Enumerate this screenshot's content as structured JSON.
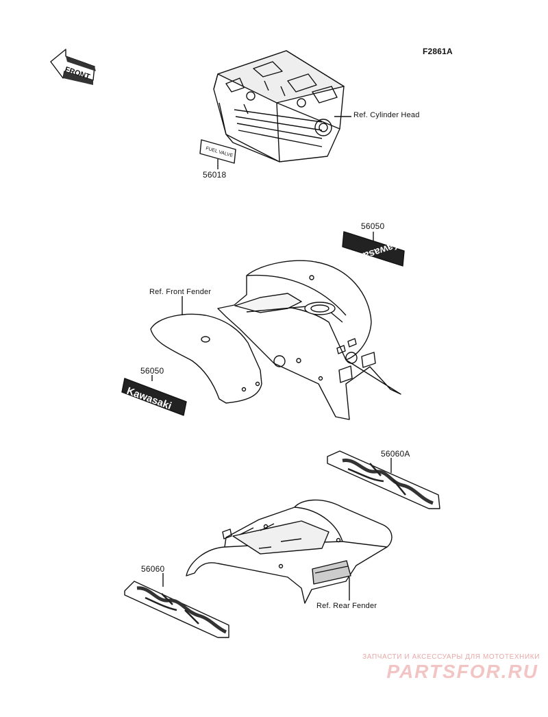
{
  "figure_code": "F2861A",
  "front_arrow": "FRONT",
  "refs": {
    "cylinder_head": "Ref. Cylinder Head",
    "front_fender": "Ref. Front Fender",
    "rear_fender": "Ref. Rear Fender"
  },
  "parts": {
    "p56018": "56018",
    "p56050_top": "56050",
    "p56050_left": "56050",
    "p56060A": "56060A",
    "p56060": "56060"
  },
  "decals": {
    "brand": "Kawasaki",
    "fuel_valve": "FUEL VALVE"
  },
  "watermark": {
    "subtitle": "ЗАПЧАСТИ И АКСЕССУАРЫ ДЛЯ МОТОТЕХНИКИ",
    "site": "PARTSFOR.RU"
  }
}
